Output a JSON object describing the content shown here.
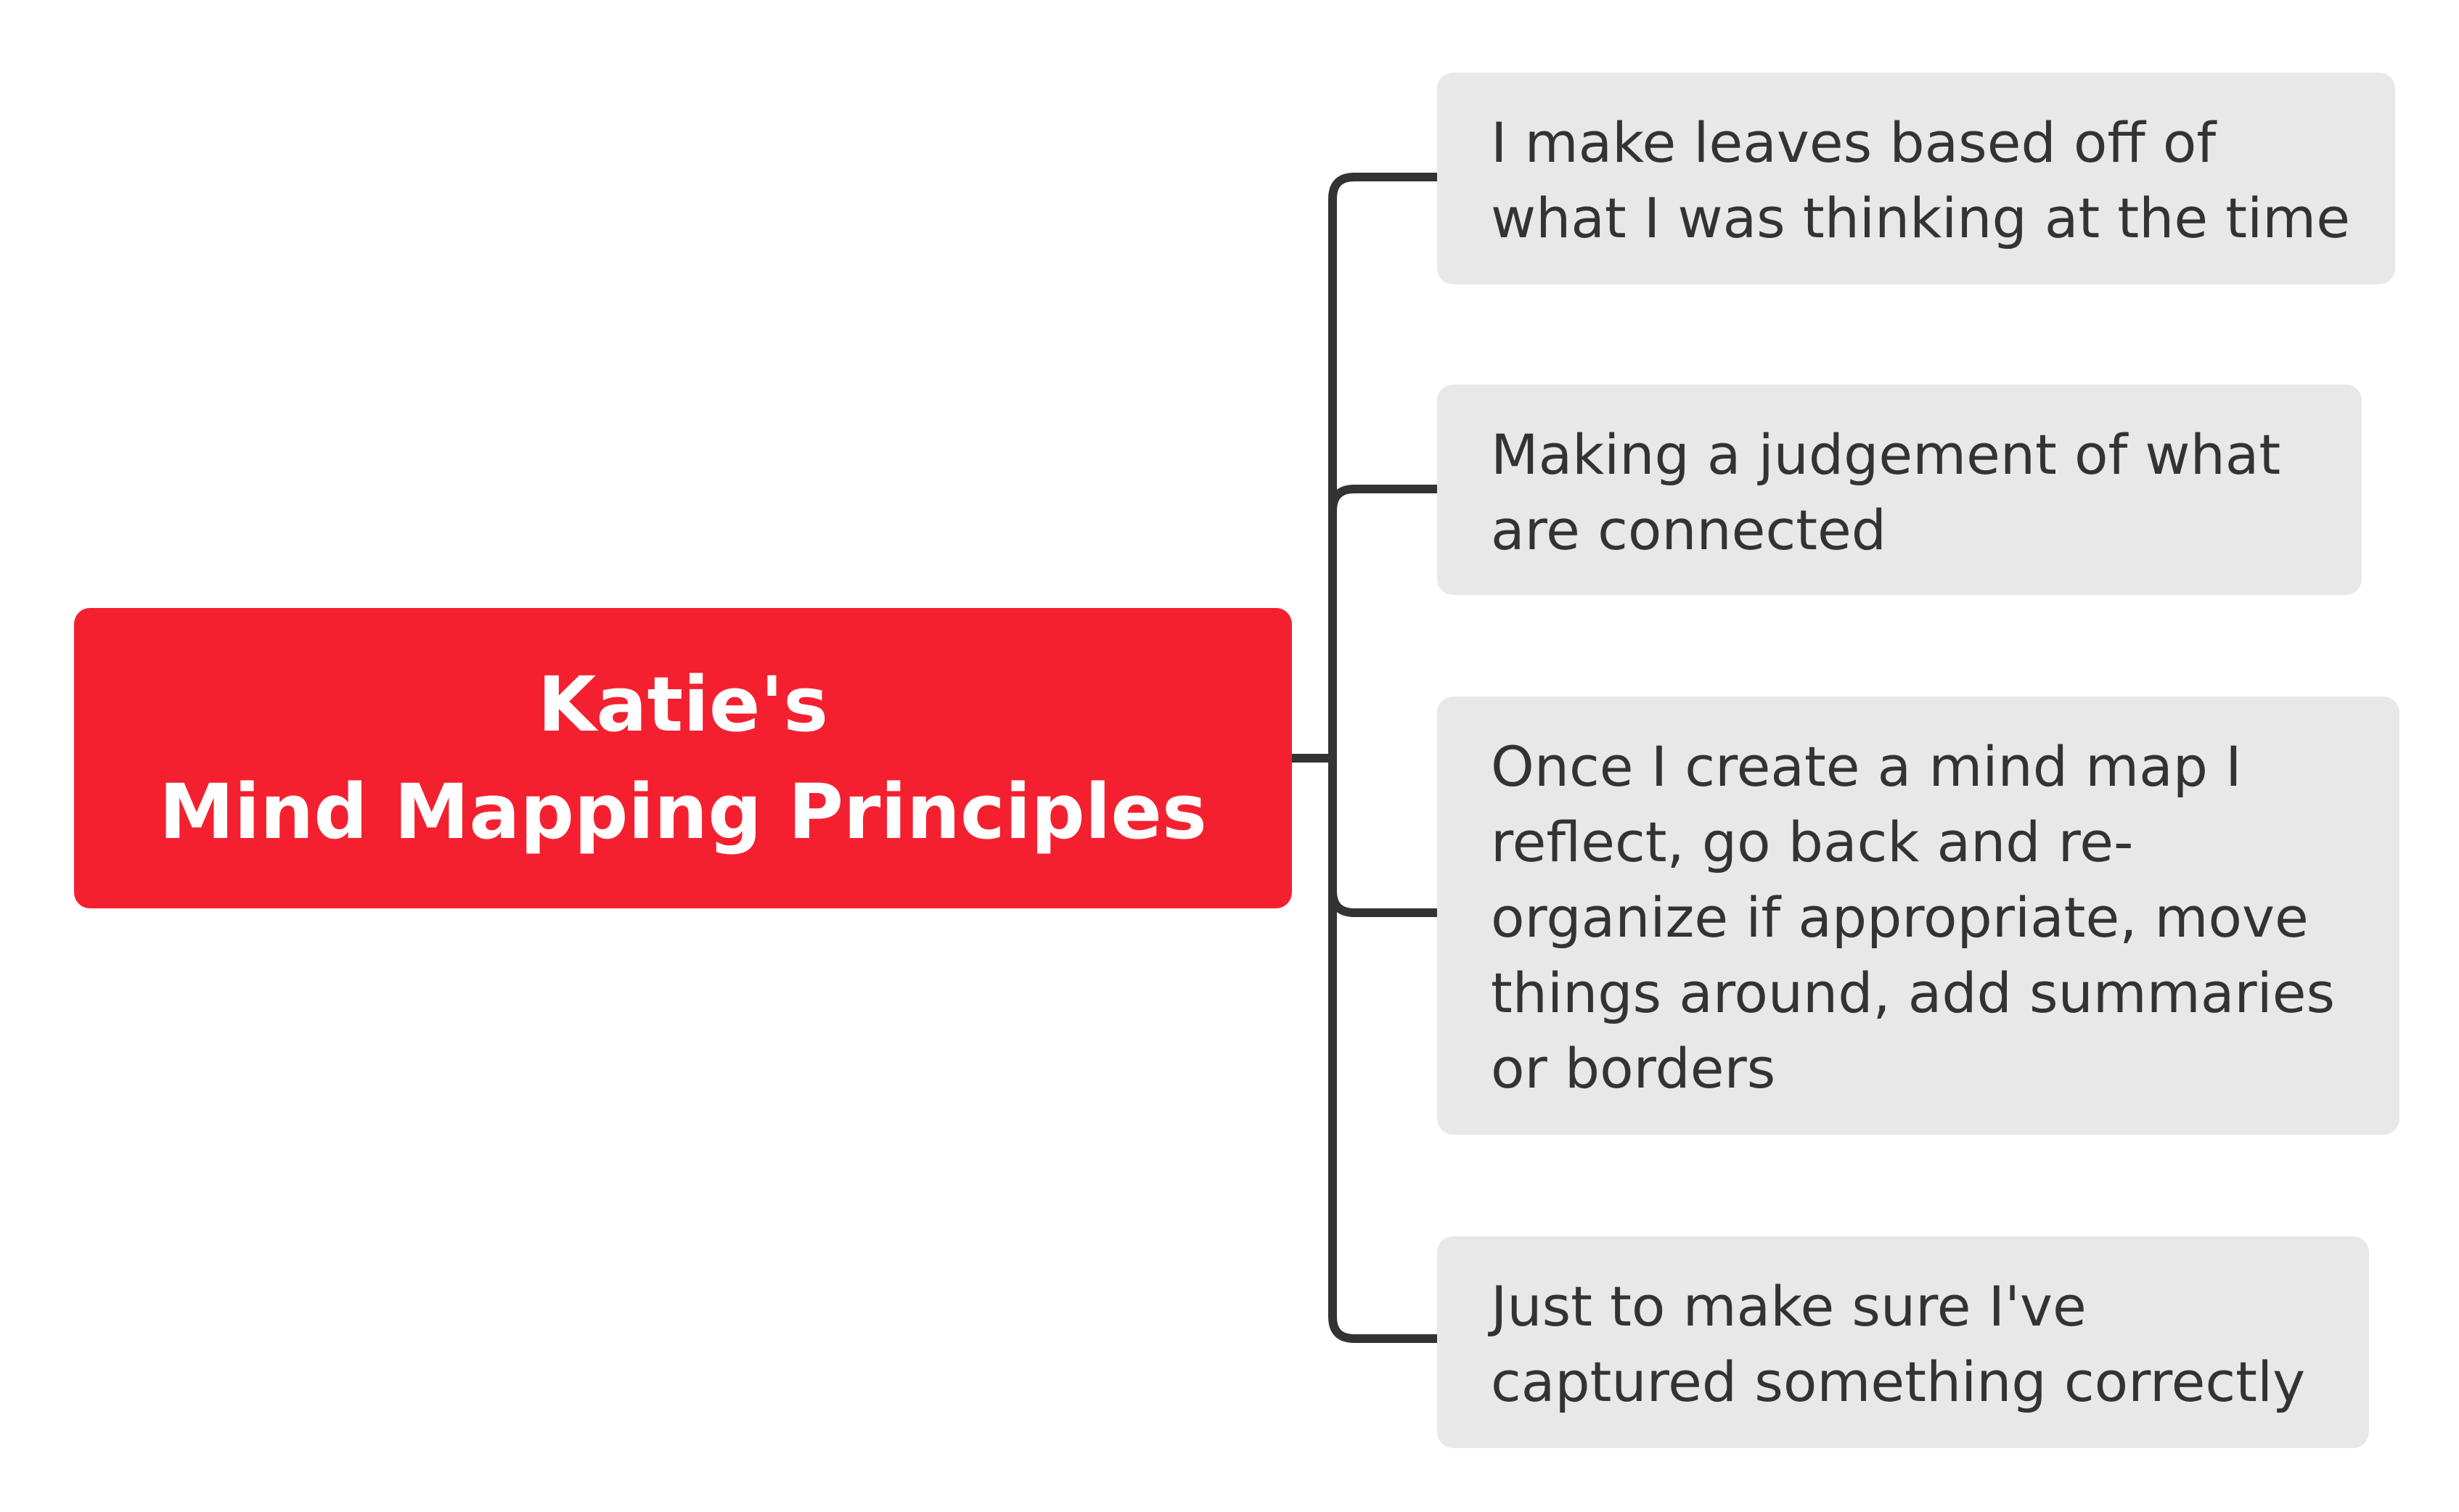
{
  "central_topic": {
    "title": "Katie's\nMind Mapping Principles",
    "color": "#F5202F"
  },
  "subtopics": [
    {
      "text": "I make leaves based off of\nwhat I was thinking at the time"
    },
    {
      "text": "Making a judgement of what\nare connected"
    },
    {
      "text": "Once I create a mind map I\nreflect, go back and re-\norganize if appropriate, move\nthings around, add summaries\nor borders"
    },
    {
      "text": "Just to make sure I've\ncaptured something correctly"
    }
  ],
  "colors": {
    "subtopic_background": "#E8E8E8",
    "connector": "#333333",
    "text": "#333333"
  }
}
